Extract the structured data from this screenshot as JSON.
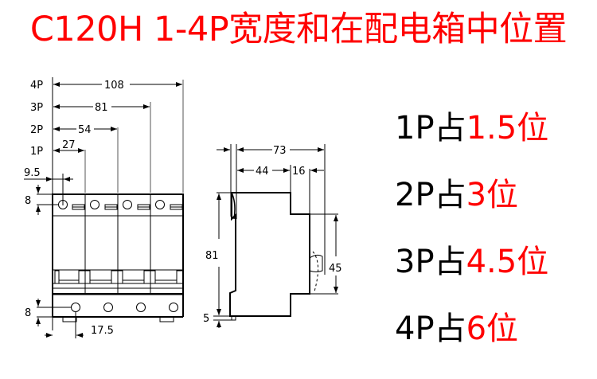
{
  "title": "C120H 1-4P宽度和在配电箱中位置",
  "front_view": {
    "pole_labels": [
      "4P",
      "3P",
      "2P",
      "1P"
    ],
    "widths": [
      "108",
      "81",
      "54",
      "27"
    ],
    "offset_left": "9.5",
    "top_terminal_offset": "8",
    "bottom_terminal_offset": "8",
    "bottom_terminal_spacing": "17.5"
  },
  "side_view": {
    "total_depth": "73",
    "front_depth": "44",
    "handle_depth": "16",
    "height": "81",
    "handle_window_height": "45",
    "rail_offset": "5"
  },
  "slot_usage": [
    {
      "pole": "1P",
      "middle": "占",
      "value": "1.5",
      "unit": "位"
    },
    {
      "pole": "2P",
      "middle": "占",
      "value": "3",
      "unit": "位"
    },
    {
      "pole": "3P",
      "middle": "占",
      "value": "4.5",
      "unit": "位"
    },
    {
      "pole": "4P",
      "middle": "占",
      "value": "6",
      "unit": "位"
    }
  ],
  "colors": {
    "title": "#ff0000",
    "highlight": "#ff0000",
    "text": "#000000",
    "line": "#000000"
  }
}
